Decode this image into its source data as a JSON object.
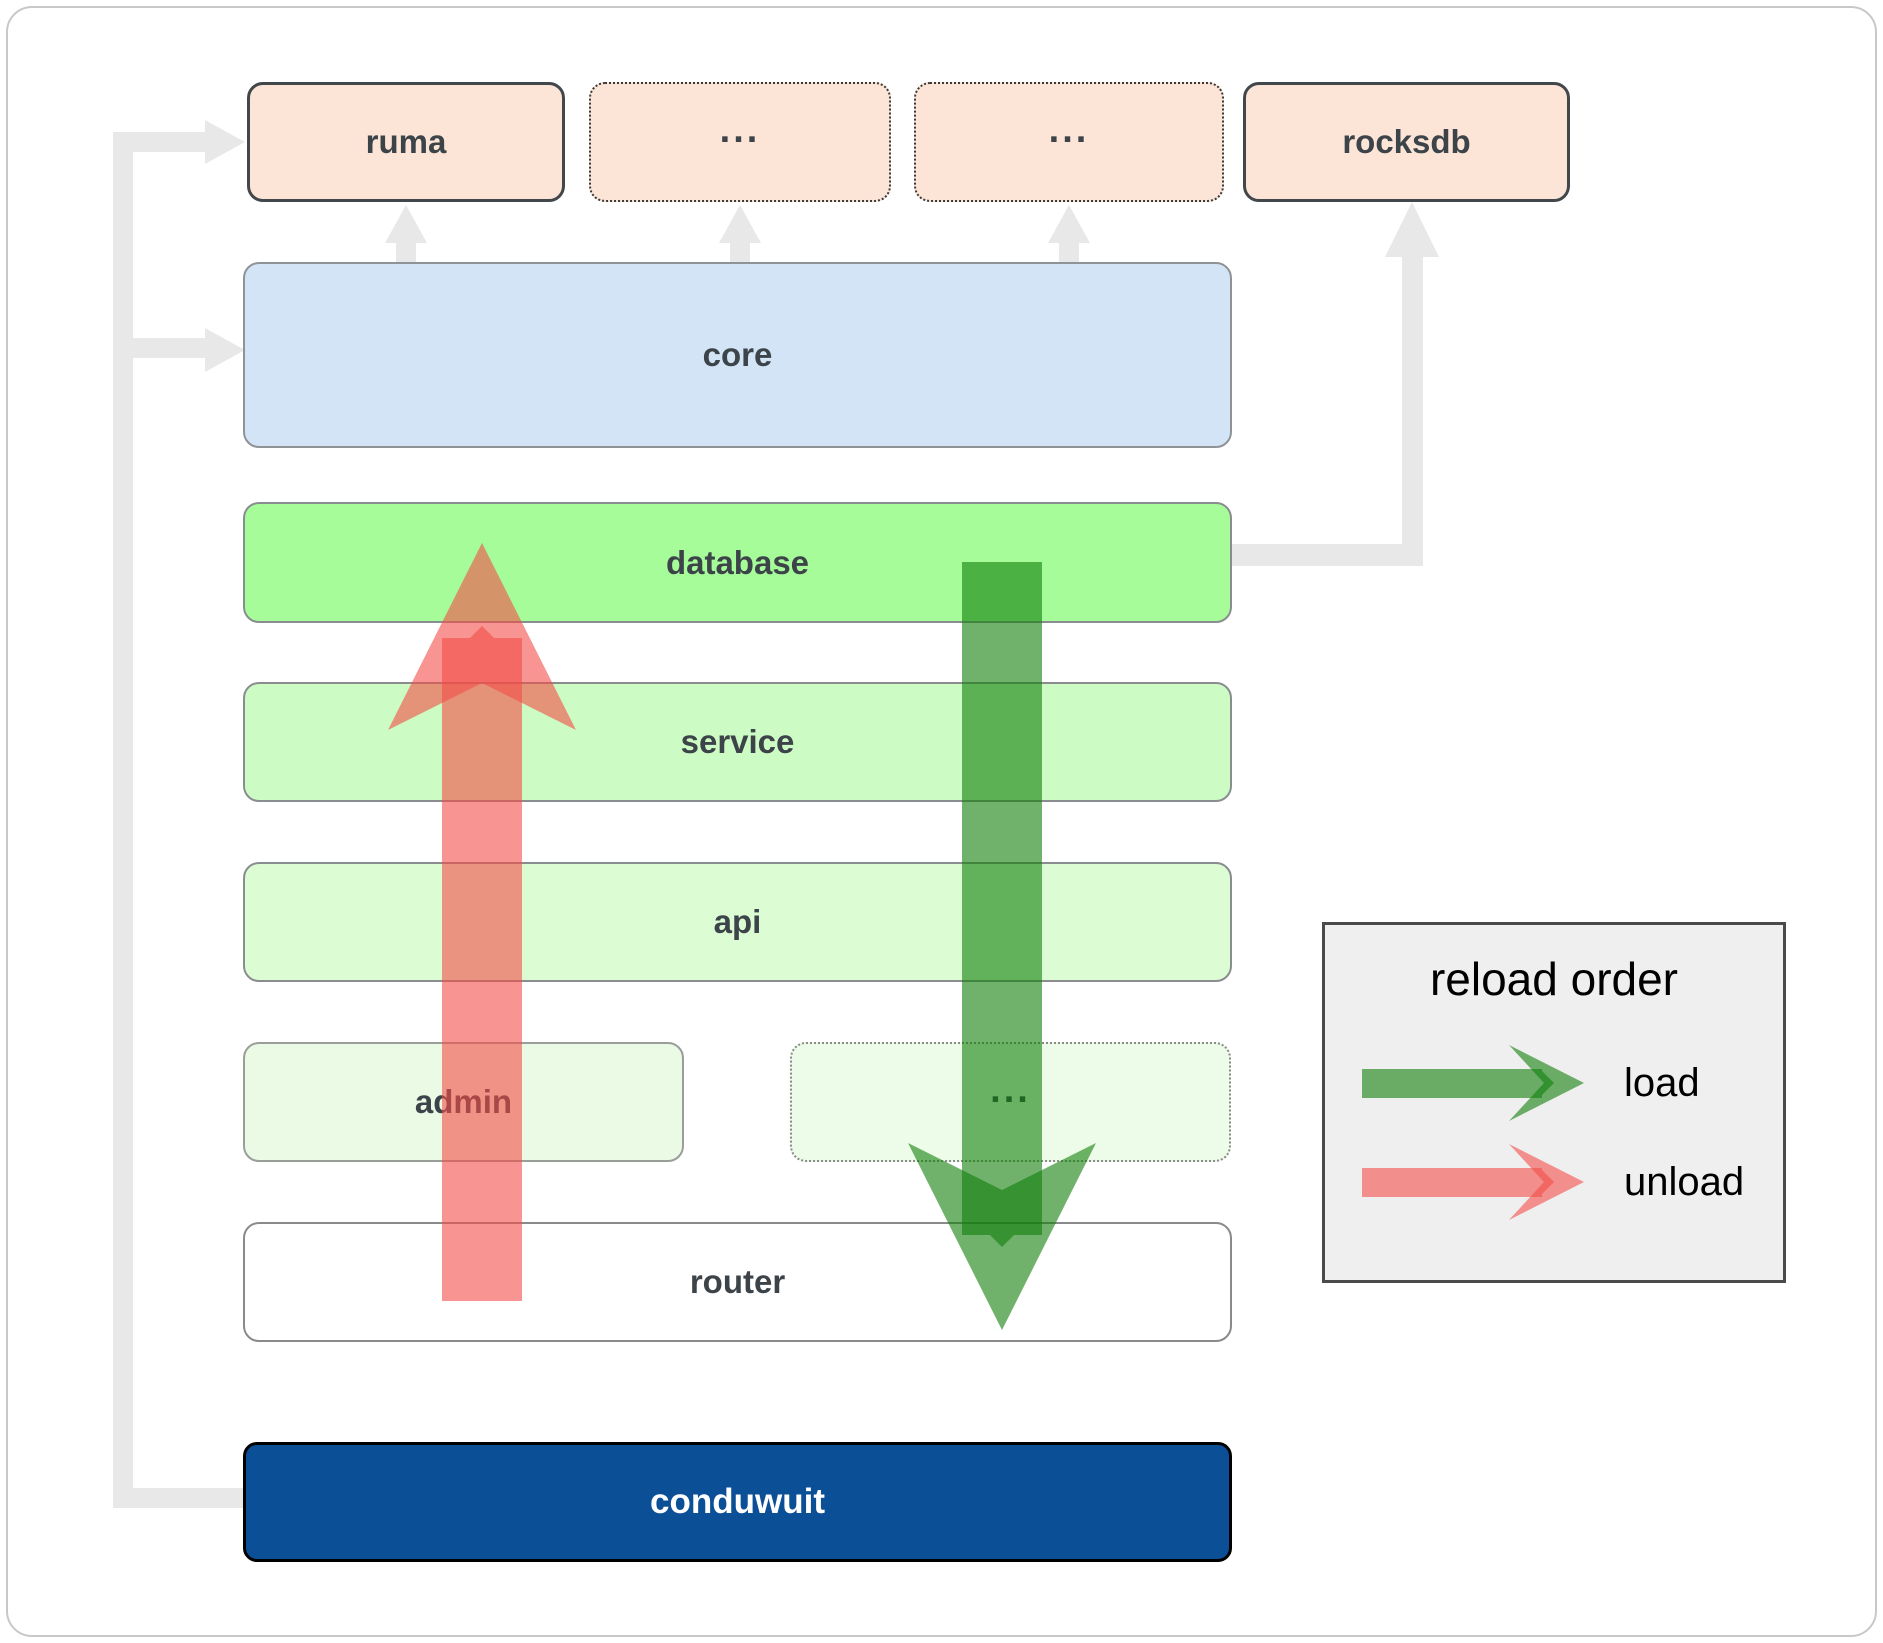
{
  "labels": {
    "ruma": "ruma",
    "ellipsis_top_1": "...",
    "ellipsis_top_2": "...",
    "rocksdb": "rocksdb",
    "core": "core",
    "database": "database",
    "service": "service",
    "api": "api",
    "admin": "admin",
    "ellipsis_mid": "...",
    "router": "router",
    "conduwuit": "conduwuit"
  },
  "legend": {
    "title": "reload order",
    "load_label": "load",
    "unload_label": "unload"
  },
  "colors": {
    "page_bg": "#ffffff",
    "frame_border": "#c8c8c8",
    "top_fill": "#fce5d6",
    "top_border": "#42474c",
    "core_fill": "#d2e4f6",
    "core_border": "#909396",
    "database_fill": "#a5fc98",
    "service_fill": "#ccfcc4",
    "api_fill": "#dcfcd4",
    "admin_fill": "#eafae4",
    "ellipsis_row_fill": "#edfce8",
    "row_border": "#8a8d90",
    "router_fill": "#ffffff",
    "conduwuit_fill": "#0b4f97",
    "conduwuit_border": "#000000",
    "conduwuit_text": "#ffffff",
    "node_text": "#3c4349",
    "rail": "#e8e8e8",
    "load_arrow": "rgba(16,126,10,0.6)",
    "unload_arrow": "rgba(244,76,72,0.6)",
    "legend_bg": "#efefef",
    "legend_border": "#4a4a4a",
    "legend_text": "#000000"
  }
}
